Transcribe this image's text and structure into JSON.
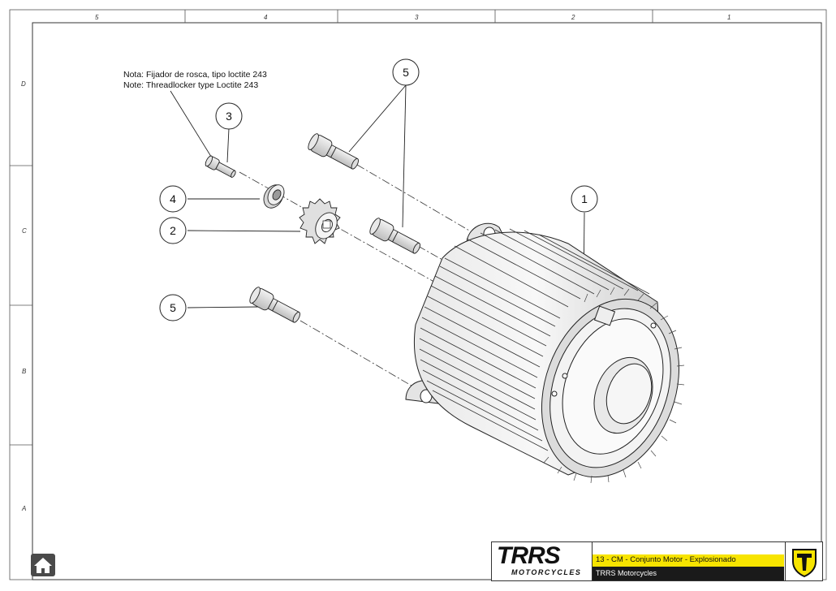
{
  "drawing": {
    "zones_top": [
      "5",
      "4",
      "3",
      "2",
      "1"
    ],
    "zones_left": [
      "D",
      "C",
      "B",
      "A"
    ],
    "note_line1": "Nota: Fijador de rosca, tipo loctite 243",
    "note_line2": "Note: Threadlocker type Loctite 243",
    "callouts": {
      "c1": "1",
      "c2": "2",
      "c3": "3",
      "c4": "4",
      "c5_top": "5",
      "c5_left": "5"
    }
  },
  "titleblock": {
    "logo_main": "TRRS",
    "logo_sub": "MOTORCYCLES",
    "title": "13 - CM - Conjunto Motor - Explosionado",
    "company": "TRRS Motorcycles",
    "accent_color": "#f7e400"
  },
  "nav": {
    "home_icon": "home-icon"
  }
}
